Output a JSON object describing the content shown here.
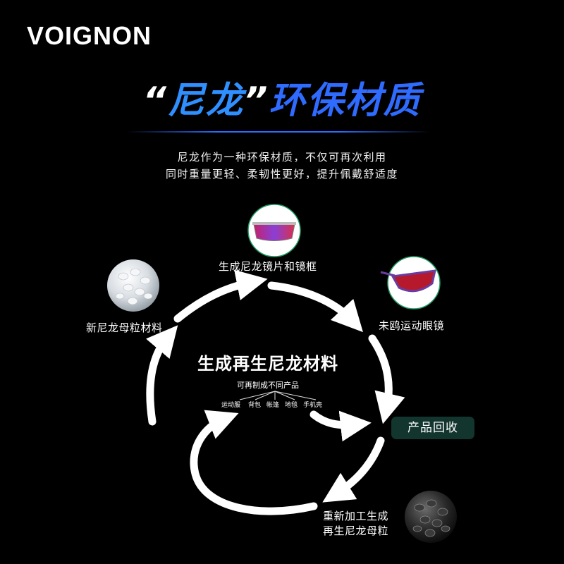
{
  "brand": "VOIGNON",
  "headline": {
    "quote_open": "“",
    "highlight": "尼龙",
    "quote_close": "”",
    "rest": "环保材质"
  },
  "description": {
    "line1": "尼龙作为一种环保材质，不仅可再次利用",
    "line2": "同时重量更轻、柔韧性更好，提升佩戴舒适度"
  },
  "cycle": {
    "nodes": {
      "pellets_white": "新尼龙母粒材料",
      "lens_frame": "生成尼龙镜片和镜框",
      "glasses": "未鸥运动眼镜",
      "recycle": "产品回收",
      "reprocess_line1": "重新加工生成",
      "reprocess_line2": "再生尼龙母粒"
    },
    "center": {
      "title": "生成再生尼龙材料",
      "subtitle": "可再制成不同产品",
      "products": [
        "运动服",
        "背包",
        "帐篷",
        "地毯",
        "手机壳"
      ]
    }
  },
  "colors": {
    "background": "#000000",
    "headline_blue": "#2f6bff",
    "badge_green": "#12352e",
    "arrow": "#ffffff"
  },
  "icons": {
    "pellets_white": "white-nylon-pellets-image",
    "lens_frame": "shield-lens-image",
    "glasses": "sport-glasses-image",
    "pellets_black": "black-recycled-pellets-image"
  }
}
